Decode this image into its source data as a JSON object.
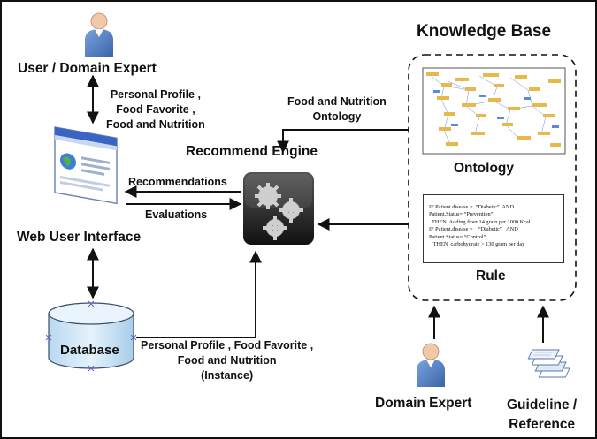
{
  "diagram": {
    "title": "Knowledge Base",
    "nodes": {
      "user": "User / Domain Expert",
      "web_ui": "Web User Interface",
      "engine": "Recommend Engine",
      "database": "Database",
      "ontology": "Ontology",
      "rule": "Rule",
      "domain_expert": "Domain Expert",
      "guideline_line1": "Guideline /",
      "guideline_line2": "Reference"
    },
    "edge_labels": {
      "profile_1": "Personal Profile ,",
      "profile_2": "Food Favorite ,",
      "profile_3": "Food and Nutrition",
      "ontology_1": "Food and Nutrition",
      "ontology_2": "Ontology",
      "recommendations": "Recommendations",
      "evaluations": "Evaluations",
      "db_1": "Personal Profile , Food Favorite ,",
      "db_2": "Food and Nutrition",
      "db_3": "(Instance)"
    },
    "rules": [
      "IF Patient.disease =  “Diabetic”  AND",
      "Patient.Status= “Prevention”",
      "  THEN  Adding fiber 14 gram per 1000 Kcal",
      "IF Patient.disease =    “Diabetic”   AND",
      "Patient.Status= “Control”",
      "   THEN  carbohydrate > 130 gram per day"
    ],
    "colors": {
      "person": "#4f7fc0",
      "person_skin": "#f2c9a8",
      "database_fill": "#cfe6f7",
      "engine": "#2b2b2b",
      "ontology_nodes": "#e8b84a"
    }
  }
}
